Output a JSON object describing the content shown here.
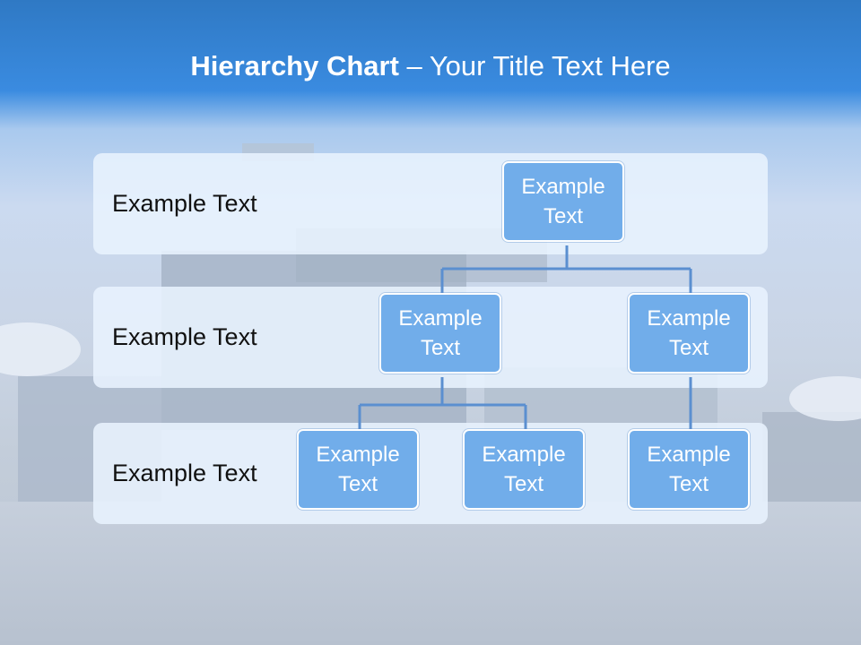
{
  "slide": {
    "title_bold": "Hierarchy Chart",
    "title_rest": " – Your Title Text Here"
  },
  "levels": [
    {
      "label": "Example Text"
    },
    {
      "label": "Example Text"
    },
    {
      "label": "Example Text"
    }
  ],
  "nodes": {
    "root": "Example Text",
    "l2_left": "Example Text",
    "l2_right": "Example Text",
    "l3_a": "Example Text",
    "l3_b": "Example Text",
    "l3_c": "Example Text"
  },
  "colors": {
    "node_fill": "#71adea",
    "node_border": "#ffffff",
    "connector": "#5b8fd0",
    "band_fill": "#e8f2fe",
    "title_bar": "#3a8be0"
  }
}
